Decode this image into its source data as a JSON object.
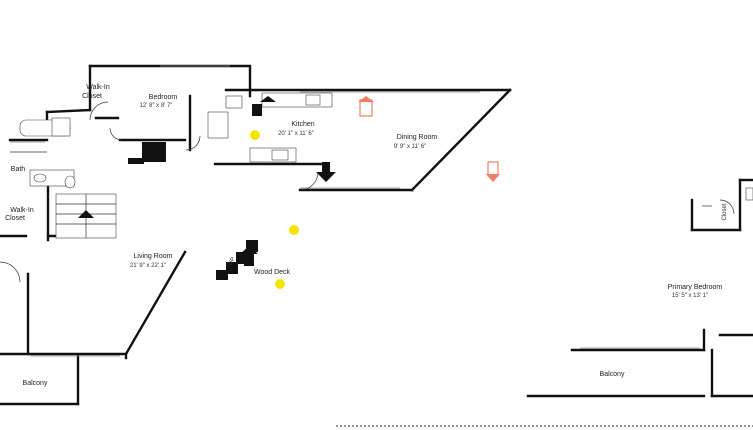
{
  "rooms": {
    "bedroom": {
      "label": "Bedroom",
      "dims": "12' 8\" x 8' 7\""
    },
    "walkin_closet_top": {
      "label_line1": "Walk-In",
      "label_line2": "Closet"
    },
    "kitchen": {
      "label": "Kitchen",
      "dims": "20' 1\" x 11' 6\""
    },
    "dining_room": {
      "label": "Dining Room",
      "dims": "9' 9\" x 11' 6\""
    },
    "bath": {
      "label": "Bath"
    },
    "walkin_closet_left": {
      "label_line1": "Walk-In",
      "label_line2": "Closet"
    },
    "living_room": {
      "label": "Living Room",
      "dims": "21' 9\" x 22' 1\""
    },
    "wood_deck": {
      "label": "Wood Deck"
    },
    "balcony_left": {
      "label": "Balcony"
    },
    "primary_bedroom": {
      "label": "Primary Bedroom",
      "dims": "15' 5\" x 13' 1\""
    },
    "balcony_right": {
      "label": "Balcony"
    },
    "closet_right": {
      "label": "Closet"
    }
  },
  "markers": {
    "stair_tag": "UP",
    "colors": {
      "marker_yellow": "#f5e600",
      "marker_red": "#f08060",
      "wall": "#111111"
    }
  }
}
